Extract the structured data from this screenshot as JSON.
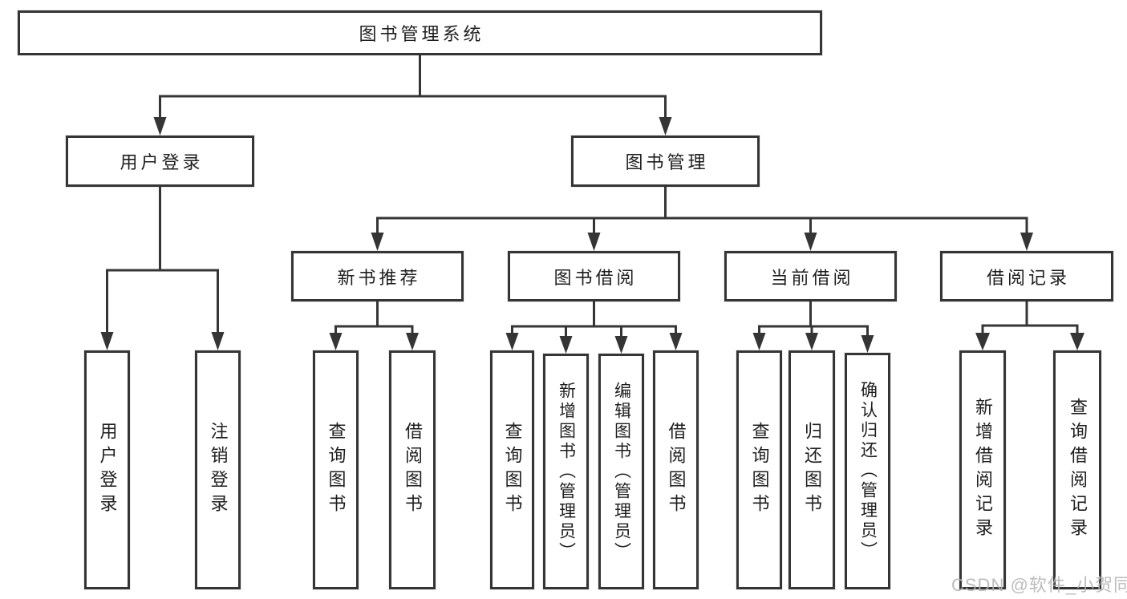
{
  "tree": {
    "label": "图书管理系统",
    "children": [
      {
        "label": "用户登录",
        "children": [
          {
            "label": "用户登录"
          },
          {
            "label": "注销登录"
          }
        ]
      },
      {
        "label": "图书管理",
        "children": [
          {
            "label": "新书推荐",
            "children": [
              {
                "label": "查询图书"
              },
              {
                "label": "借阅图书"
              }
            ]
          },
          {
            "label": "图书借阅",
            "children": [
              {
                "label": "查询图书"
              },
              {
                "label": "新增图书（管理员）"
              },
              {
                "label": "编辑图书（管理员）"
              },
              {
                "label": "借阅图书"
              }
            ]
          },
          {
            "label": "当前借阅",
            "children": [
              {
                "label": "查询图书"
              },
              {
                "label": "归还图书"
              },
              {
                "label": "确认归还（管理员）"
              }
            ]
          },
          {
            "label": "借阅记录",
            "children": [
              {
                "label": "新增借阅记录"
              },
              {
                "label": "查询借阅记录"
              }
            ]
          }
        ]
      }
    ]
  },
  "watermark": "CSDN @软件_小贺同学",
  "colors": {
    "line": "#353535",
    "text": "#1e1e1e",
    "watermark": "#b3b3b3",
    "background": "#ffffff"
  }
}
